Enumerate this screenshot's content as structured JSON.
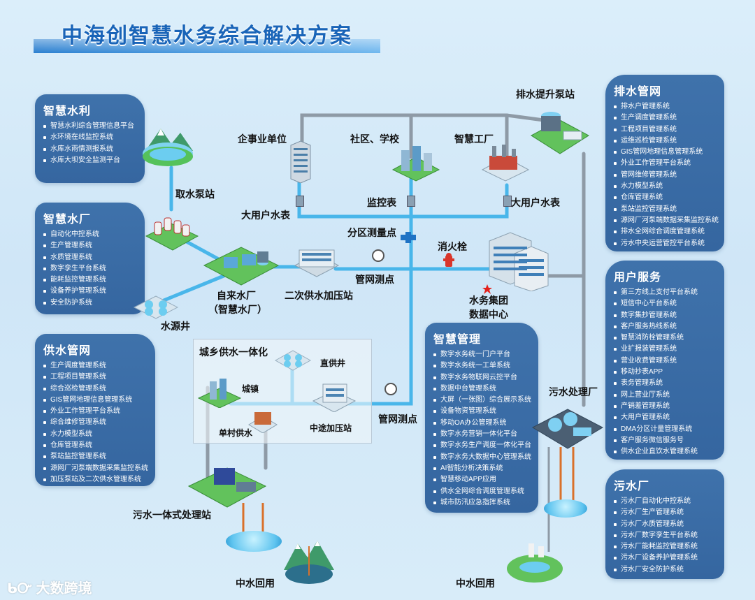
{
  "title": "中海创智慧水务综合解决方案",
  "watermark": "大数跨境",
  "panels": {
    "smart_water": {
      "title": "智慧水利",
      "items": [
        "智慧水利综合管理信息平台",
        "水环境在线监控系统",
        "水库水雨情测报系统",
        "水库大坝安全监测平台"
      ]
    },
    "smart_plant": {
      "title": "智慧水厂",
      "items": [
        "自动化中控系统",
        "生产管理系统",
        "水质管理系统",
        "数字孪生平台系统",
        "能耗监控管理系统",
        "设备养护管理系统",
        "安全防护系统"
      ]
    },
    "supply_network": {
      "title": "供水管网",
      "items": [
        "生产调度管理系统",
        "工程项目管理系统",
        "综合巡检管理系统",
        "GIS管网地理信息管理系统",
        "外业工作管理平台系统",
        "综合维修管理系统",
        "水力模型系统",
        "仓库管理系统",
        "泵站监控管理系统",
        "源网厂河泵端数据采集监控系统",
        "加压泵站及二次供水管理系统"
      ]
    },
    "drainage_network": {
      "title": "排水管网",
      "items": [
        "排水户管理系统",
        "生产调度管理系统",
        "工程项目管理系统",
        "运维巡检管理系统",
        "GIS管网地理信息管理系统",
        "外业工作管理平台系统",
        "管网维修管理系统",
        "水力模型系统",
        "仓库管理系统",
        "泵站监控管理系统",
        "源网厂河泵端数据采集监控系统",
        "排水全网综合调度管理系统",
        "污水中央运营管控平台系统"
      ]
    },
    "user_service": {
      "title": "用户服务",
      "items": [
        "第三方线上支付平台系统",
        "短信中心平台系统",
        "数字集抄管理系统",
        "客户服务热线系统",
        "智慧消防栓管理系统",
        "业扩报装管理系统",
        "营业收费管理系统",
        "移动抄表APP",
        "表务管理系统",
        "网上营业厅系统",
        "产销差管理系统",
        "大用户管理系统",
        "DMA分区计量管理系统",
        "客户服务微信服务号",
        "供水企业直饮水管理系统"
      ]
    },
    "smart_management": {
      "title": "智慧管理",
      "items": [
        "数字水务统一门户平台",
        "数字水务统一工单系统",
        "数字水务物联网云控平台",
        "数据中台管理系统",
        "大屏（一张图）综合展示系统",
        "设备物资管理系统",
        "移动OA办公管理系统",
        "数字水务营销一体化平台",
        "数字水务生产调度一体化平台",
        "数字水务大数据中心管理系统",
        "AI智能分析决策系统",
        "智慧移动APP应用",
        "供水全网综合调度管理系统",
        "城市防汛应急指挥系统"
      ]
    },
    "sewage_plant_panel": {
      "title": "污水厂",
      "items": [
        "污水厂自动化中控系统",
        "污水厂生产管理系统",
        "污水厂水质管理系统",
        "污水厂数字孪生平台系统",
        "污水厂能耗监控管理系统",
        "污水厂设备养护管理系统",
        "污水厂安全防护系统"
      ]
    }
  },
  "nodes": {
    "intake_pump": "取水泵站",
    "enterprise": "企事业单位",
    "community": "社区、学校",
    "smart_factory": "智慧工厂",
    "drain_pump": "排水提升泵站",
    "big_meter_1": "大用户水表",
    "monitor_meter": "监控表",
    "big_meter_2": "大用户水表",
    "zone_meter": "分区测量点",
    "hydrant": "消火栓",
    "plant_line1": "自来水厂",
    "plant_line2": "（智慧水厂）",
    "booster": "二次供水加压站",
    "pipe_point_1": "管网测点",
    "datacenter_line1": "水务集团",
    "datacenter_line2": "数据中心",
    "source_well": "水源井",
    "urban_rural": "城乡供水一体化",
    "direct_well": "直供井",
    "town": "城镇",
    "village": "单村供水",
    "mid_booster": "中途加压站",
    "pipe_point_2": "管网测点",
    "sewage_plant": "污水处理厂",
    "sewage_station": "污水一体式处理站",
    "reclaim_1": "中水回用",
    "reclaim_2": "中水回用"
  },
  "colors": {
    "panel": "#3a6ca6",
    "pipe_water": "#49b6ea",
    "pipe_drain": "#8e9aa6",
    "pipe_reclaim": "#d9712b",
    "title": "#1964b8"
  }
}
